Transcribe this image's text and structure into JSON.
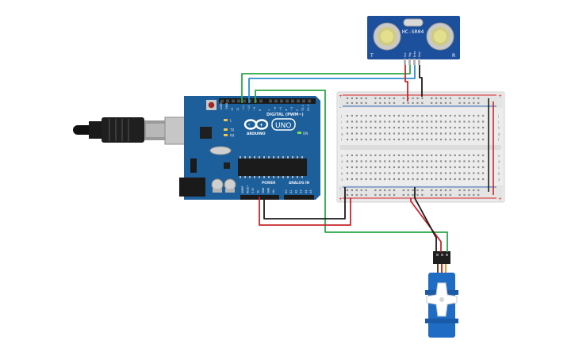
{
  "colors": {
    "arduino_blue": "#1d5f9a",
    "arduino_dark": "#14466f",
    "breadboard": "#ececec",
    "rail_red": "#d9262b",
    "rail_blue": "#3a6db3",
    "sensor_blue": "#1c4f9c",
    "servo_blue": "#1f6cc4",
    "wire_green": "#2ca84a",
    "wire_blue": "#2a8fd0",
    "wire_red": "#c8262b",
    "wire_black": "#1b1b1b"
  },
  "sensor": {
    "model": "HC-SR04",
    "left_mark": "T",
    "right_mark": "R",
    "pins": [
      "Vcc",
      "Trig",
      "Echo",
      "Gnd"
    ]
  },
  "arduino": {
    "brand": "ARDUINO",
    "model": "UNO",
    "digital_header": "DIGITAL (PWM~)",
    "power_header": "POWER",
    "analog_header": "ANALOG IN",
    "on_label": "ON",
    "led_l": "L",
    "led_tx": "TX",
    "led_rx": "RX",
    "aref": "AREF",
    "gnd": "GND",
    "digital_pins": [
      "13",
      "12",
      "~11",
      "~10",
      "~9",
      "8",
      "7",
      "~6",
      "~5",
      "4",
      "~3",
      "2",
      "TX 1",
      "RX 0"
    ],
    "power_pins": [
      "IOREF",
      "RESET",
      "3.3V",
      "5V",
      "GND",
      "GND",
      "Vin"
    ],
    "analog_pins": [
      "A0",
      "A1",
      "A2",
      "A3",
      "A4",
      "A5"
    ]
  },
  "breadboard": {
    "top_rows": [
      "j",
      "i",
      "h",
      "g",
      "f"
    ],
    "bottom_rows": [
      "e",
      "d",
      "c",
      "b",
      "a"
    ],
    "plus": "+",
    "minus": "-"
  }
}
